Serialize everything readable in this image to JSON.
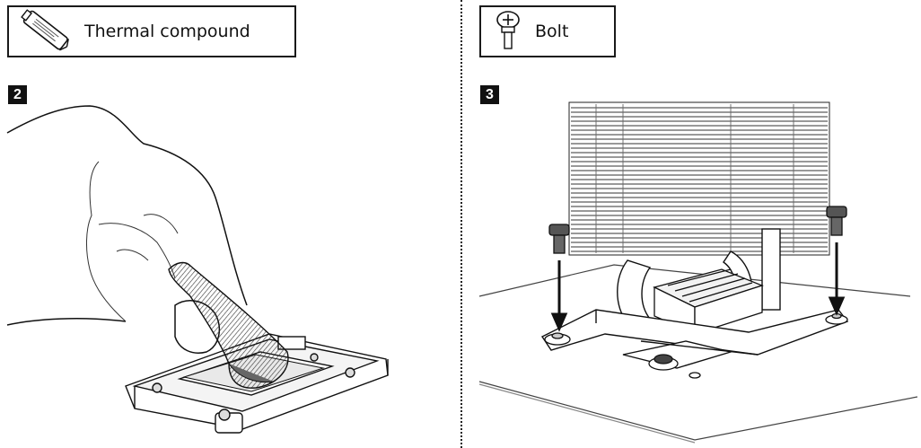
{
  "left_panel": {
    "label": "Thermal compound",
    "icon": "thermal-compound-tube-icon",
    "step_number": "2"
  },
  "right_panel": {
    "label": "Bolt",
    "icon": "bolt-icon",
    "step_number": "3"
  }
}
